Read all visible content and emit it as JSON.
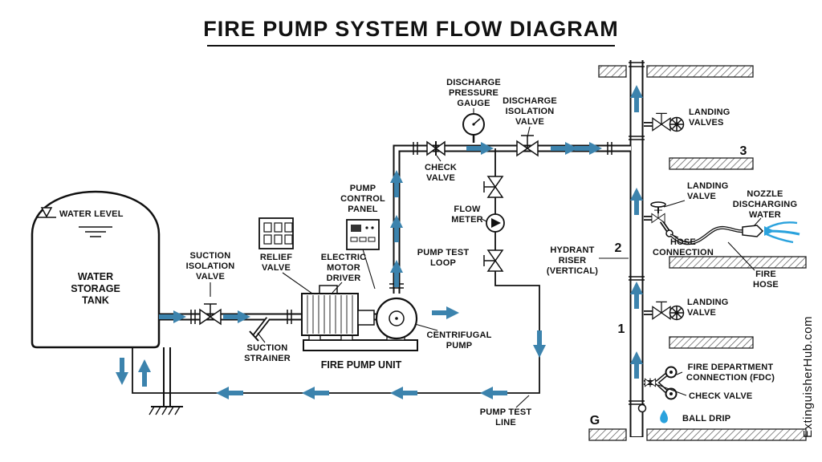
{
  "title": "FIRE PUMP SYSTEM FLOW DIAGRAM",
  "watermark": "ExtinguisherHub.com",
  "colors": {
    "arrow": "#3c83ad",
    "spray": "#2aa2dd",
    "ink": "#111111"
  },
  "tank": {
    "water_level": "WATER LEVEL",
    "name": "WATER\nSTORAGE\nTANK"
  },
  "labels": {
    "suction_isolation_valve": "SUCTION\nISOLATION\nVALVE",
    "suction_strainer": "SUCTION\nSTRAINER",
    "relief_valve": "RELIEF\nVALVE",
    "pump_control_panel": "PUMP\nCONTROL\nPANEL",
    "electric_motor_driver": "ELECTRIC\nMOTOR\nDRIVER",
    "fire_pump_unit": "FIRE PUMP UNIT",
    "centrifugal_pump": "CENTRIFUGAL\nPUMP",
    "check_valve": "CHECK\nVALVE",
    "discharge_pressure_gauge": "DISCHARGE\nPRESSURE\nGAUGE",
    "discharge_isolation_valve": "DISCHARGE\nISOLATION\nVALVE",
    "flow_meter": "FLOW\nMETER",
    "pump_test_loop": "PUMP TEST\nLOOP",
    "pump_test_line": "PUMP TEST\nLINE",
    "hydrant_riser": "HYDRANT\nRISER\n(VERTICAL)",
    "landing_valves": "LANDING\nVALVES",
    "landing_valve_2": "LANDING\nVALVE",
    "landing_valve_1": "LANDING\nVALVE",
    "hose_connection": "HOSE\nCONNECTION",
    "nozzle_discharging_water": "NOZZLE\nDISCHARGING\nWATER",
    "fire_hose": "FIRE\nHOSE",
    "fdc": "FIRE DEPARTMENT\nCONNECTION (FDC)",
    "check_valve_fdc": "CHECK VALVE",
    "ball_drip": "BALL DRIP"
  },
  "floors": {
    "f3": "3",
    "f2": "2",
    "f1": "1",
    "ground": "G"
  }
}
